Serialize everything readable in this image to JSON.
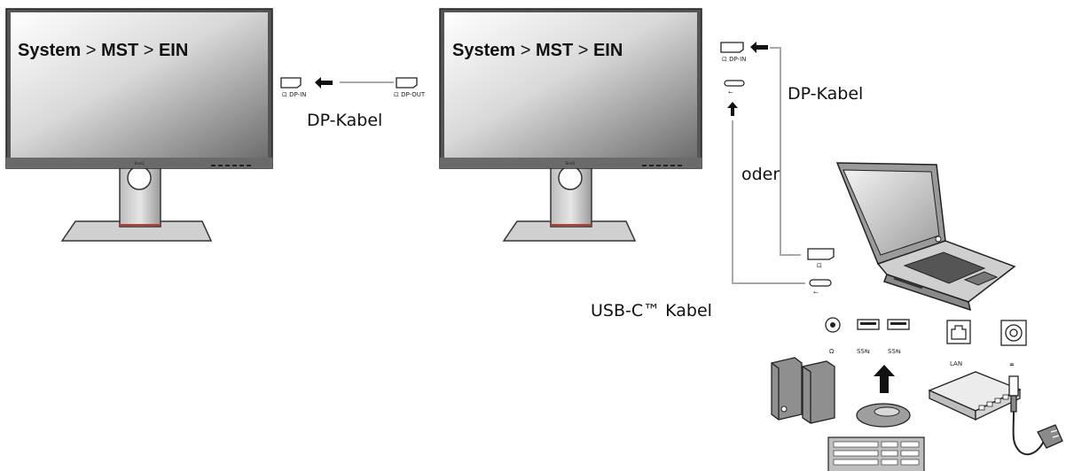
{
  "monitor_left": {
    "screen_text": {
      "part1": "System",
      "sep1": " > ",
      "part2": "MST",
      "sep2": " > ",
      "part3": "EIN"
    },
    "logo": "BenQ"
  },
  "monitor_right": {
    "screen_text": {
      "part1": "System",
      "sep1": " > ",
      "part2": "MST",
      "sep2": " > ",
      "part3": "EIN"
    },
    "logo": "BenQ"
  },
  "ports": {
    "dp_in": "DP-IN",
    "dp_out": "DP-OUT",
    "audio": "Ω",
    "usb": "SS⇆",
    "lan": "LAN",
    "power": "="
  },
  "labels": {
    "dp_cable_left": "DP-Kabel",
    "dp_cable_right": "DP-Kabel",
    "oder": "oder",
    "usbc_cable": "USB-C™ Kabel"
  },
  "colors": {
    "bezel": "#4a4a4a",
    "stand": "#8d8d8d",
    "accent_ring": "#c0392b",
    "cable": "#a9a9a9"
  },
  "icons": [
    "arrow-left-icon",
    "arrow-up-icon",
    "displayport-icon",
    "usb-c-icon",
    "usb-a-icon",
    "audio-jack-icon",
    "lan-port-icon",
    "power-port-icon"
  ]
}
